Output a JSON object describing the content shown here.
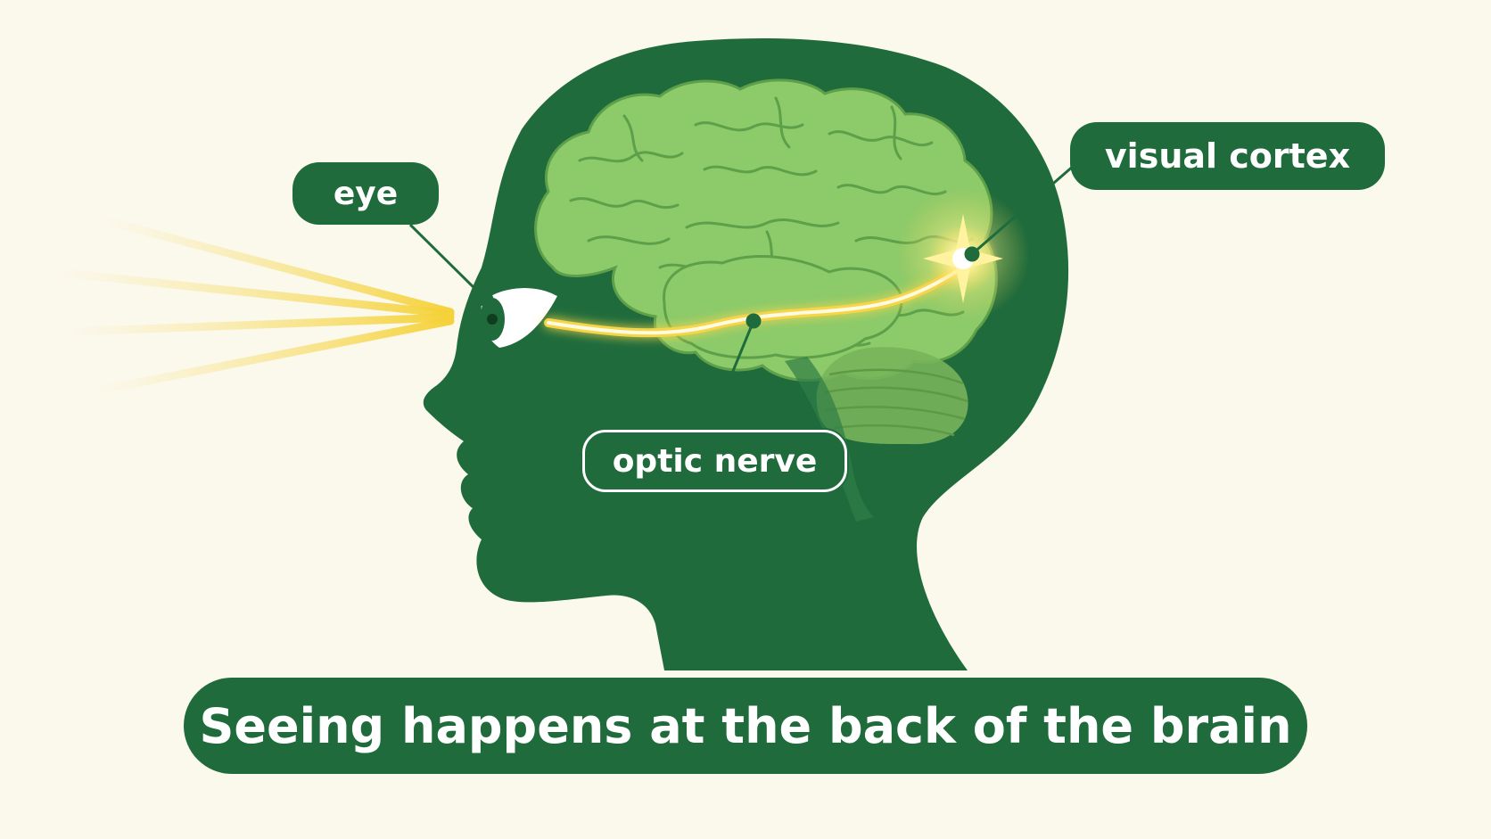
{
  "labels": {
    "eye": "eye",
    "visual_cortex": "visual cortex",
    "optic_nerve": "optic nerve"
  },
  "caption": "Seeing happens at the back of the brain",
  "icons": {
    "head": "head-silhouette-icon",
    "brain": "brain-icon",
    "cerebellum": "cerebellum-icon",
    "eye": "eye-icon",
    "light_rays": "light-rays-icon",
    "optic_nerve_path": "optic-nerve-path-icon",
    "cortex_spark": "starburst-icon"
  },
  "colors": {
    "background": "#fbf8ec",
    "head": "#1f6b3c",
    "brain": "#8cca6a",
    "brain_outline": "#5ea04a",
    "light": "#f7d54a",
    "label_bg": "#1f6b3c",
    "label_text": "#ffffff"
  }
}
